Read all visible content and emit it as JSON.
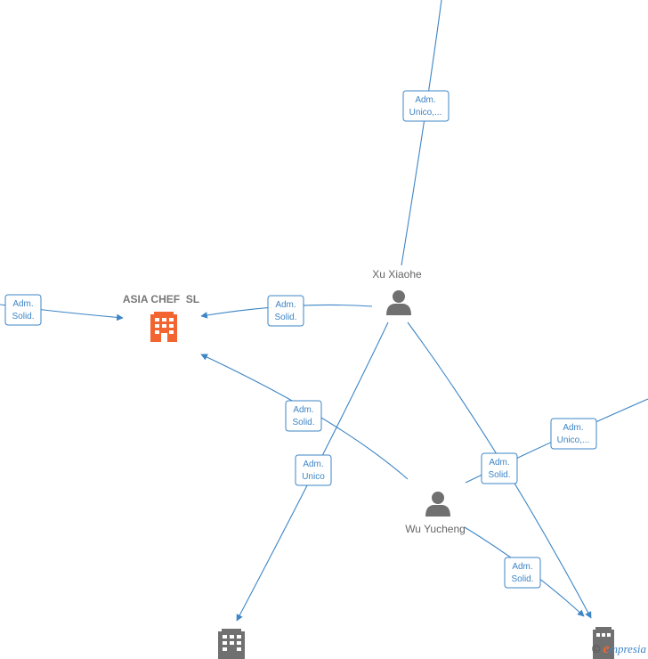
{
  "nodes": {
    "asia_chef": {
      "label": "ASIA CHEF  SL",
      "kind": "company",
      "color": "#f26430"
    },
    "xu_xiaohe": {
      "label": "Xu Xiaohe",
      "kind": "person"
    },
    "wu_yucheng": {
      "label": "Wu Yucheng",
      "kind": "person"
    },
    "company_bottom": {
      "label": "",
      "kind": "company",
      "color": "#707070"
    },
    "company_bottom_right": {
      "label": "",
      "kind": "company",
      "color": "#707070"
    }
  },
  "edge_labels": {
    "top_xu": [
      "Adm.",
      "Unico,..."
    ],
    "left_asia": [
      "Adm.",
      "Solid."
    ],
    "xu_asia": [
      "Adm.",
      "Solid."
    ],
    "wu_asia": [
      "Adm.",
      "Solid."
    ],
    "xu_bottom": [
      "Adm.",
      "Unico"
    ],
    "xu_bottom_right": [
      "Adm.",
      "Solid."
    ],
    "right_wu": [
      "Adm.",
      "Unico,..."
    ],
    "wu_bottom_right": [
      "Adm.",
      "Solid."
    ]
  },
  "colors": {
    "edge": "#3d85c6",
    "person": "#707070",
    "company_main": "#f26430",
    "company_other": "#707070"
  },
  "footer": {
    "copyright": "©",
    "brand_initial": "e",
    "brand_rest": "mpresia"
  }
}
